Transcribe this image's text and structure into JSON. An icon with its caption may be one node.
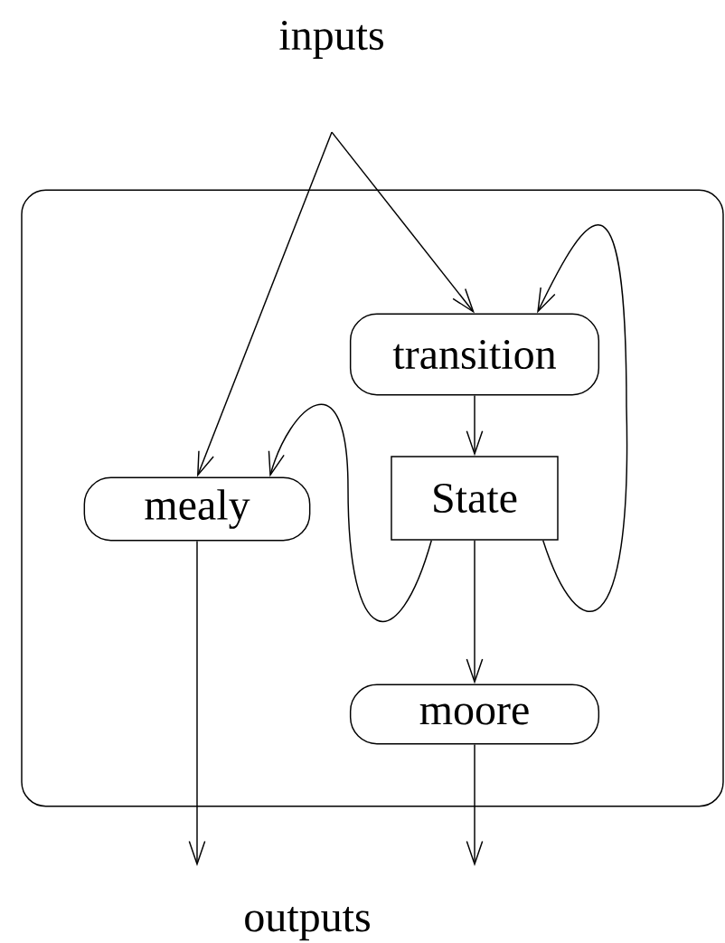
{
  "diagram": {
    "nodes": [
      {
        "text": [
          "inputs"
        ]
      },
      {
        "text": [],
        "shape": "box"
      },
      {
        "text": [
          "transition"
        ],
        "in": 1
      },
      {
        "text": [
          "mealy"
        ],
        "in": 1
      },
      {
        "text": [
          "State"
        ],
        "in": 1
      },
      {
        "text": [
          "moore"
        ],
        "in": 1
      }
    ],
    "edges": [
      {
        "from": 0,
        "to": 3,
        "arrow": "to"
      },
      {
        "from": 0,
        "to": 2,
        "arrow": "to"
      },
      {
        "from": 4,
        "to": 2,
        "arrow": "to"
      },
      {
        "from": 2,
        "to": 4,
        "arrow": "to"
      },
      {
        "from": 4,
        "to": 3,
        "arrow": "to"
      },
      {
        "from": 4,
        "to": 5,
        "arrow": "to"
      },
      {
        "from": 3,
        "to": null,
        "arrow": "to"
      },
      {
        "from": 5,
        "to": null,
        "arrow": "to"
      }
    ],
    "labels": [
      "outputs"
    ]
  }
}
